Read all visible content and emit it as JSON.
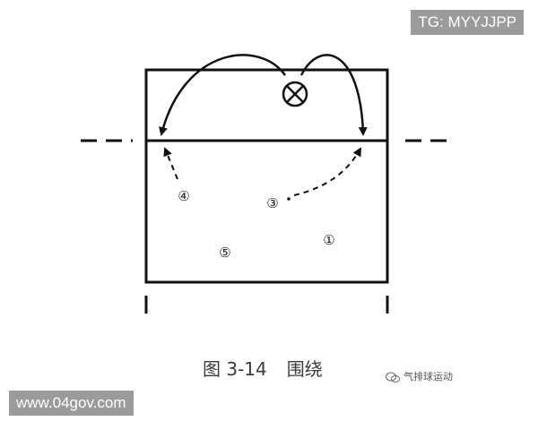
{
  "figure": {
    "caption_number": "图 3-14",
    "caption_title": "围绕",
    "players": [
      "①",
      "③",
      "④",
      "⑤"
    ],
    "serve_symbol": "⊗"
  },
  "watermarks": {
    "tg": "TG: MYYJJPP",
    "site": "www.04gov.com",
    "wechat": "气排球运动"
  },
  "colors": {
    "line": "#111111",
    "badge_bg": "#9b9b9b",
    "badge_text": "#ffffff"
  }
}
